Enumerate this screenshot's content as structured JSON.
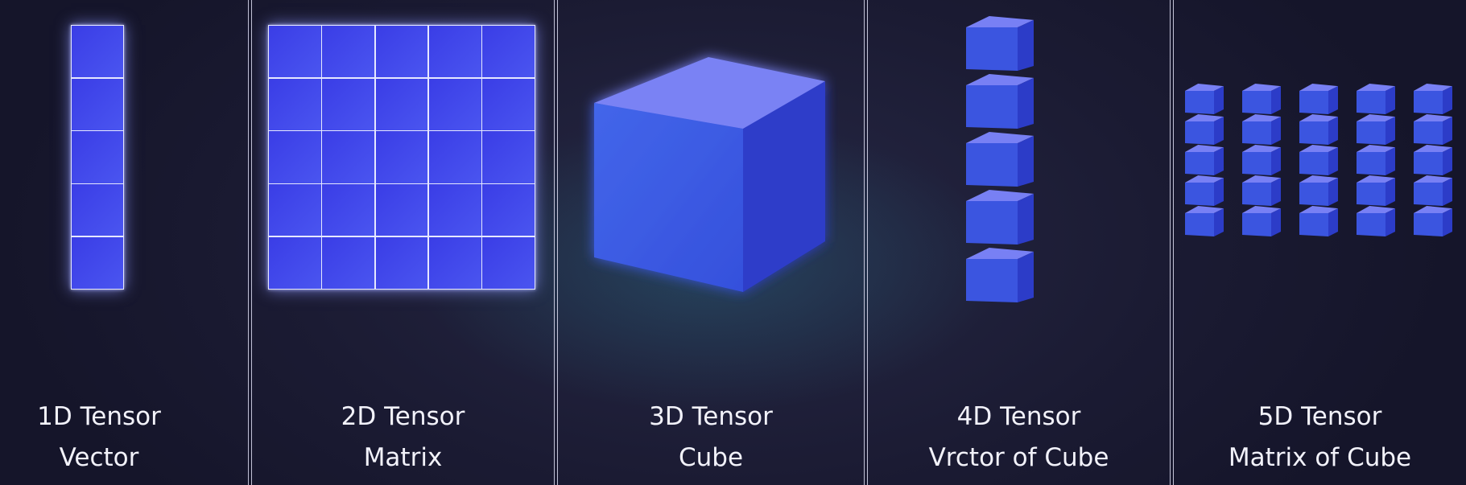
{
  "panels": [
    {
      "title": "1D Tensor",
      "subtitle": "Vector",
      "kind": "vector-grid",
      "cells": [
        1,
        5
      ]
    },
    {
      "title": "2D Tensor",
      "subtitle": "Matrix",
      "kind": "matrix-grid",
      "cells": [
        5,
        5
      ]
    },
    {
      "title": "3D Tensor",
      "subtitle": "Cube",
      "kind": "single-cube"
    },
    {
      "title": "4D Tensor",
      "subtitle": "Vrctor of Cube",
      "kind": "cube-column",
      "cubes": 5
    },
    {
      "title": "5D Tensor",
      "subtitle": "Matrix of Cube",
      "kind": "cube-matrix",
      "columns": 5,
      "rows": 5
    }
  ],
  "colors": {
    "background": "#1c1c34",
    "cell": "#3f45ea",
    "cube_front": "#3b55e0",
    "cube_top": "#7880f4",
    "cube_side": "#2c3cc8",
    "grid_line": "#e6e8ff",
    "label": "#f2f2fa"
  }
}
